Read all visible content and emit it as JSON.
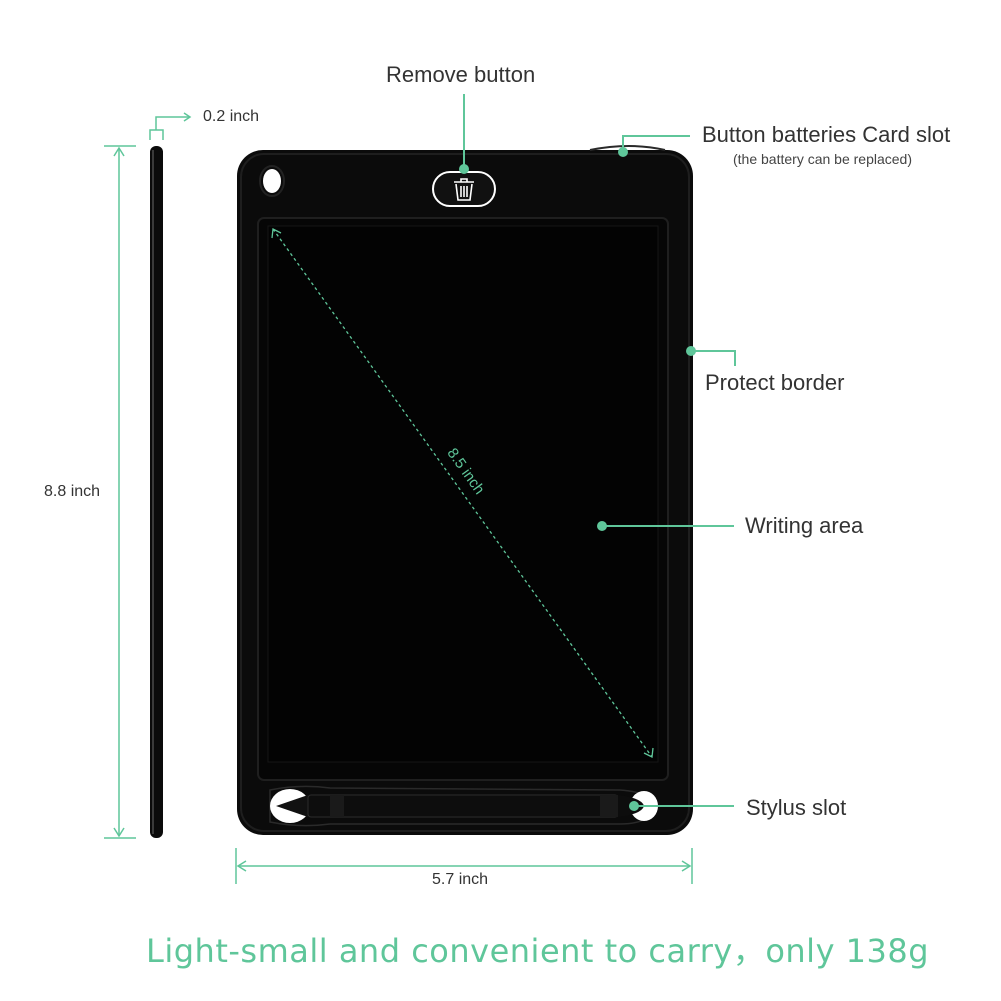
{
  "labels": {
    "remove_button": "Remove button",
    "battery_slot": "Button batteries Card slot",
    "battery_note": "(the battery can be replaced)",
    "protect_border": "Protect border",
    "writing_area": "Writing area",
    "stylus_slot": "Stylus slot"
  },
  "dimensions": {
    "thickness": "0.2 inch",
    "height": "8.8 inch",
    "width": "5.7 inch",
    "diagonal": "8.5 inch"
  },
  "tagline": "Light-small and convenient to carry，only 138g",
  "colors": {
    "accent": "#5fc69a",
    "tablet": "#0b0b0b",
    "screen": "#050505",
    "text": "#333333"
  }
}
